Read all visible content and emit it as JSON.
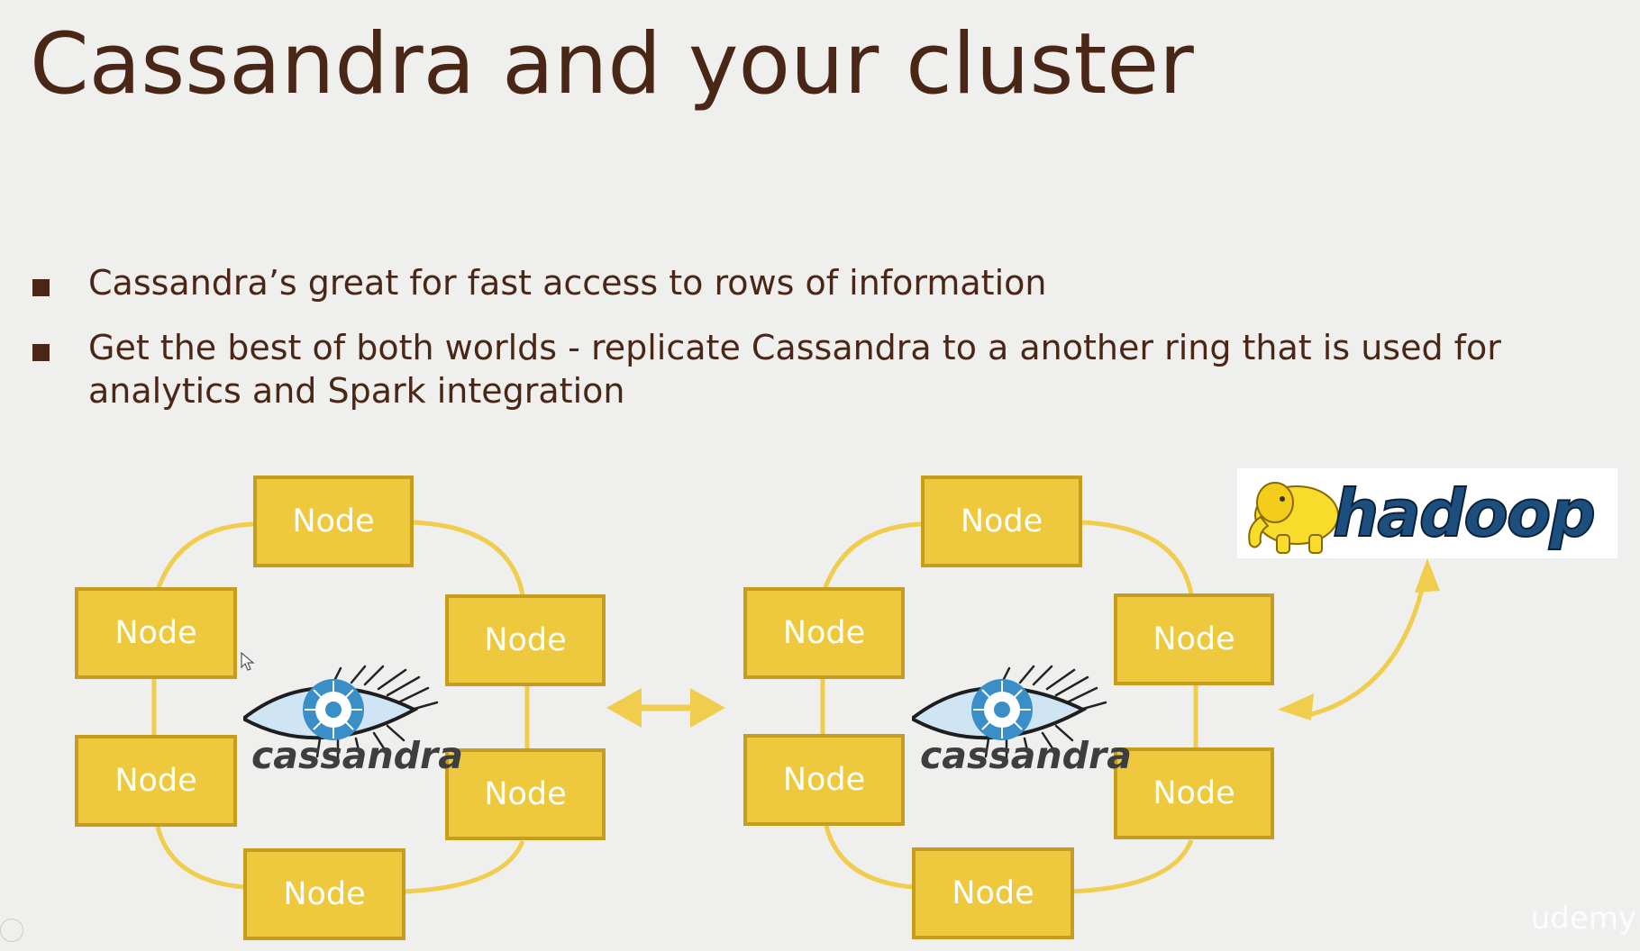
{
  "slide": {
    "title": "Cassandra and your cluster",
    "bullets": [
      {
        "text": "Cassandra’s great for fast access to rows of information"
      },
      {
        "text": "Get the best of both worlds - replicate Cassandra to a another ring that is used for analytics and Spark integration"
      }
    ]
  },
  "diagram": {
    "node_label": "Node",
    "ring_logo_text": "cassandra",
    "hadoop_logo_text": "hadoop",
    "colors": {
      "node_fill": "#eec93e",
      "node_border": "#c59d20",
      "connector": "#f0cd4c",
      "eye_iris": "#3a8fc9",
      "hadoop_text": "#1c4f7e",
      "hadoop_elephant": "#f8dc2c"
    }
  },
  "watermark": {
    "text": "udemy"
  },
  "icons": [
    "bullet-square-icon",
    "cassandra-eye-icon",
    "hadoop-elephant-icon",
    "double-arrow-icon",
    "curved-arrow-icon",
    "mouse-cursor-icon"
  ]
}
